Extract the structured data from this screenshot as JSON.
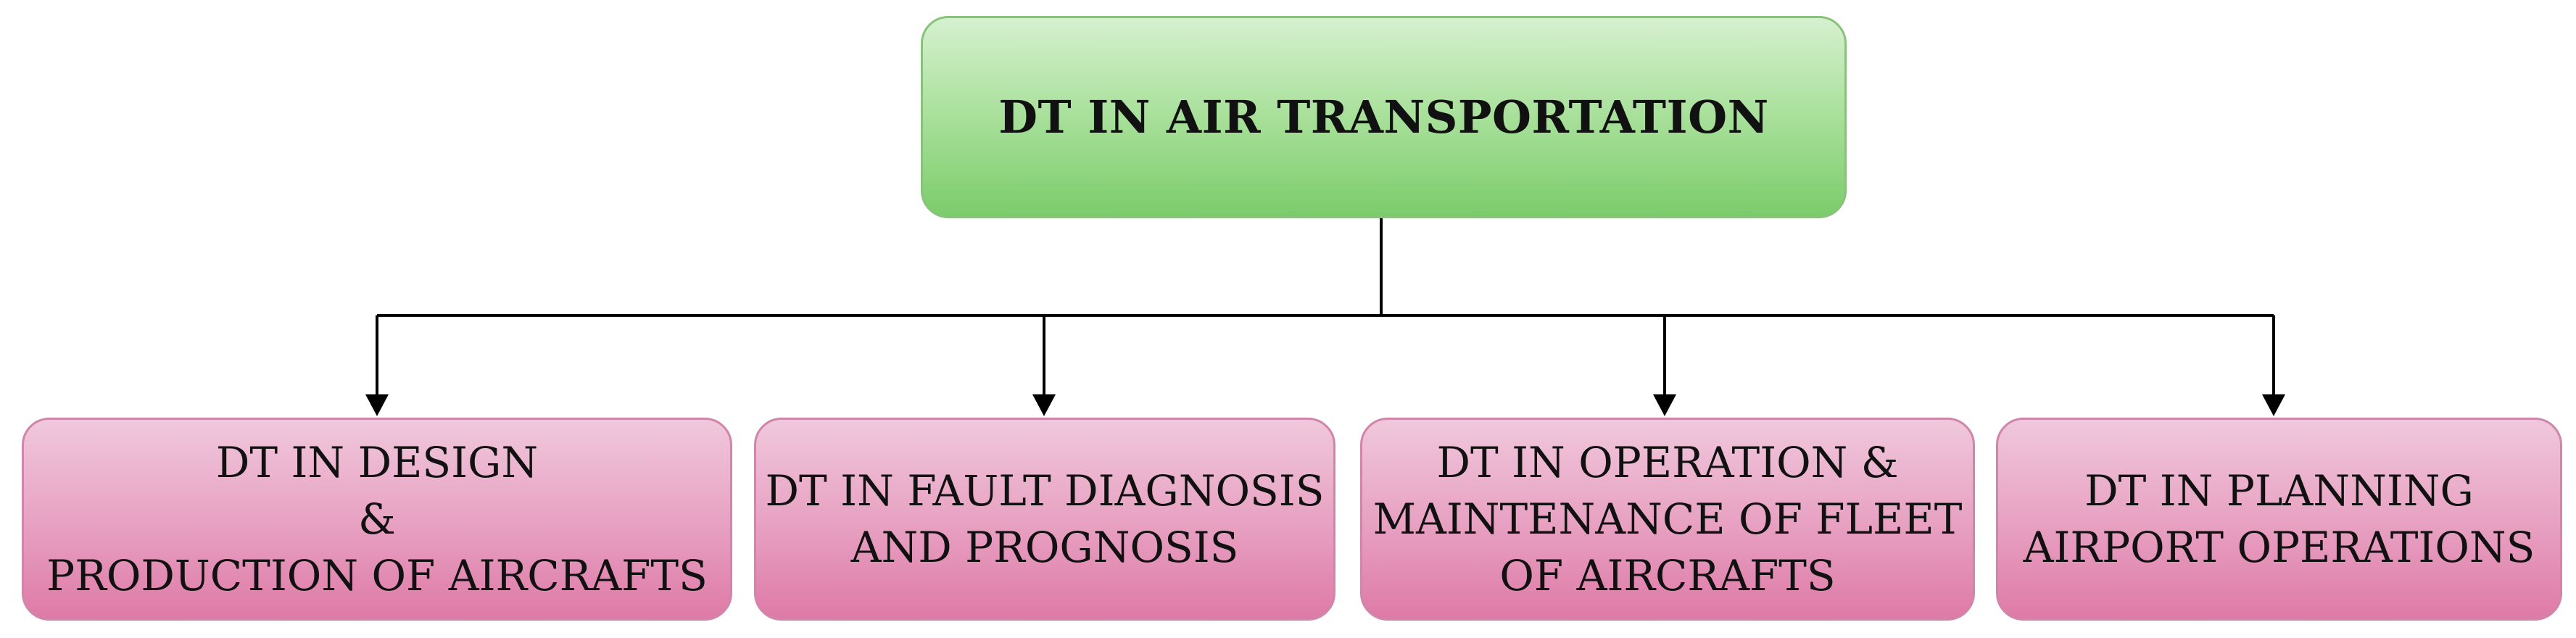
{
  "root": {
    "label": "DT IN AIR TRANSPORTATION"
  },
  "children": [
    {
      "lines": [
        "DT IN DESIGN",
        "&",
        "PRODUCTION OF AIRCRAFTS"
      ]
    },
    {
      "lines": [
        "DT IN FAULT DIAGNOSIS",
        "AND PROGNOSIS"
      ]
    },
    {
      "lines": [
        "DT IN OPERATION &",
        "MAINTENANCE OF FLEET",
        "OF AIRCRAFTS"
      ]
    },
    {
      "lines": [
        "DT IN PLANNING",
        "AIRPORT OPERATIONS"
      ]
    }
  ],
  "colors": {
    "root_fill": "#a8e09a",
    "child_fill": "#e79fc0",
    "connector": "#000000"
  }
}
